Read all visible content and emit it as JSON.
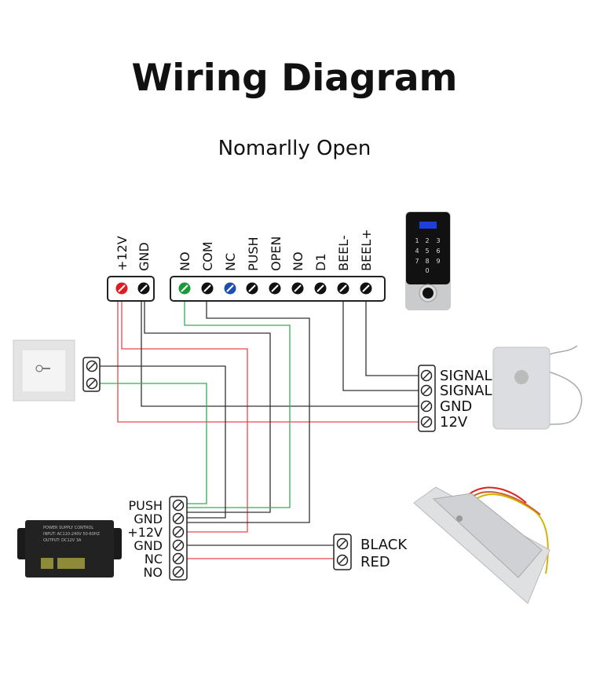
{
  "title": "Wiring Diagram",
  "subtitle": "Nomarlly Open",
  "controller_power_terminals": [
    "+12V",
    "GND"
  ],
  "controller_terminals": [
    "NO",
    "COM",
    "NC",
    "PUSH",
    "OPEN",
    "NO",
    "D1",
    "BEEL-",
    "BEEL+"
  ],
  "siren_terminals": [
    "SIGNAL",
    "SIGNAL",
    "GND",
    "12V"
  ],
  "power_supply_terminals": [
    "PUSH",
    "GND",
    "+12V",
    "GND",
    "NC",
    "NO"
  ],
  "lock_terminals": [
    "BLACK",
    "RED"
  ],
  "keypad_keys": [
    "1",
    "2",
    "3",
    "4",
    "5",
    "6",
    "7",
    "8",
    "9",
    "0"
  ],
  "power_supply_text": [
    "POWER SUPPLY CONTROL",
    "INPUT: AC110-240V 50-60HZ",
    "OUTPUT: DC12V 3A"
  ],
  "colors": {
    "red_wire": "#e8484b",
    "green_wire": "#3aa95a",
    "black_wire": "#333333",
    "screw_red": "#e11b22",
    "screw_green": "#1a9b3a",
    "screw_blue": "#1b4fb0"
  }
}
